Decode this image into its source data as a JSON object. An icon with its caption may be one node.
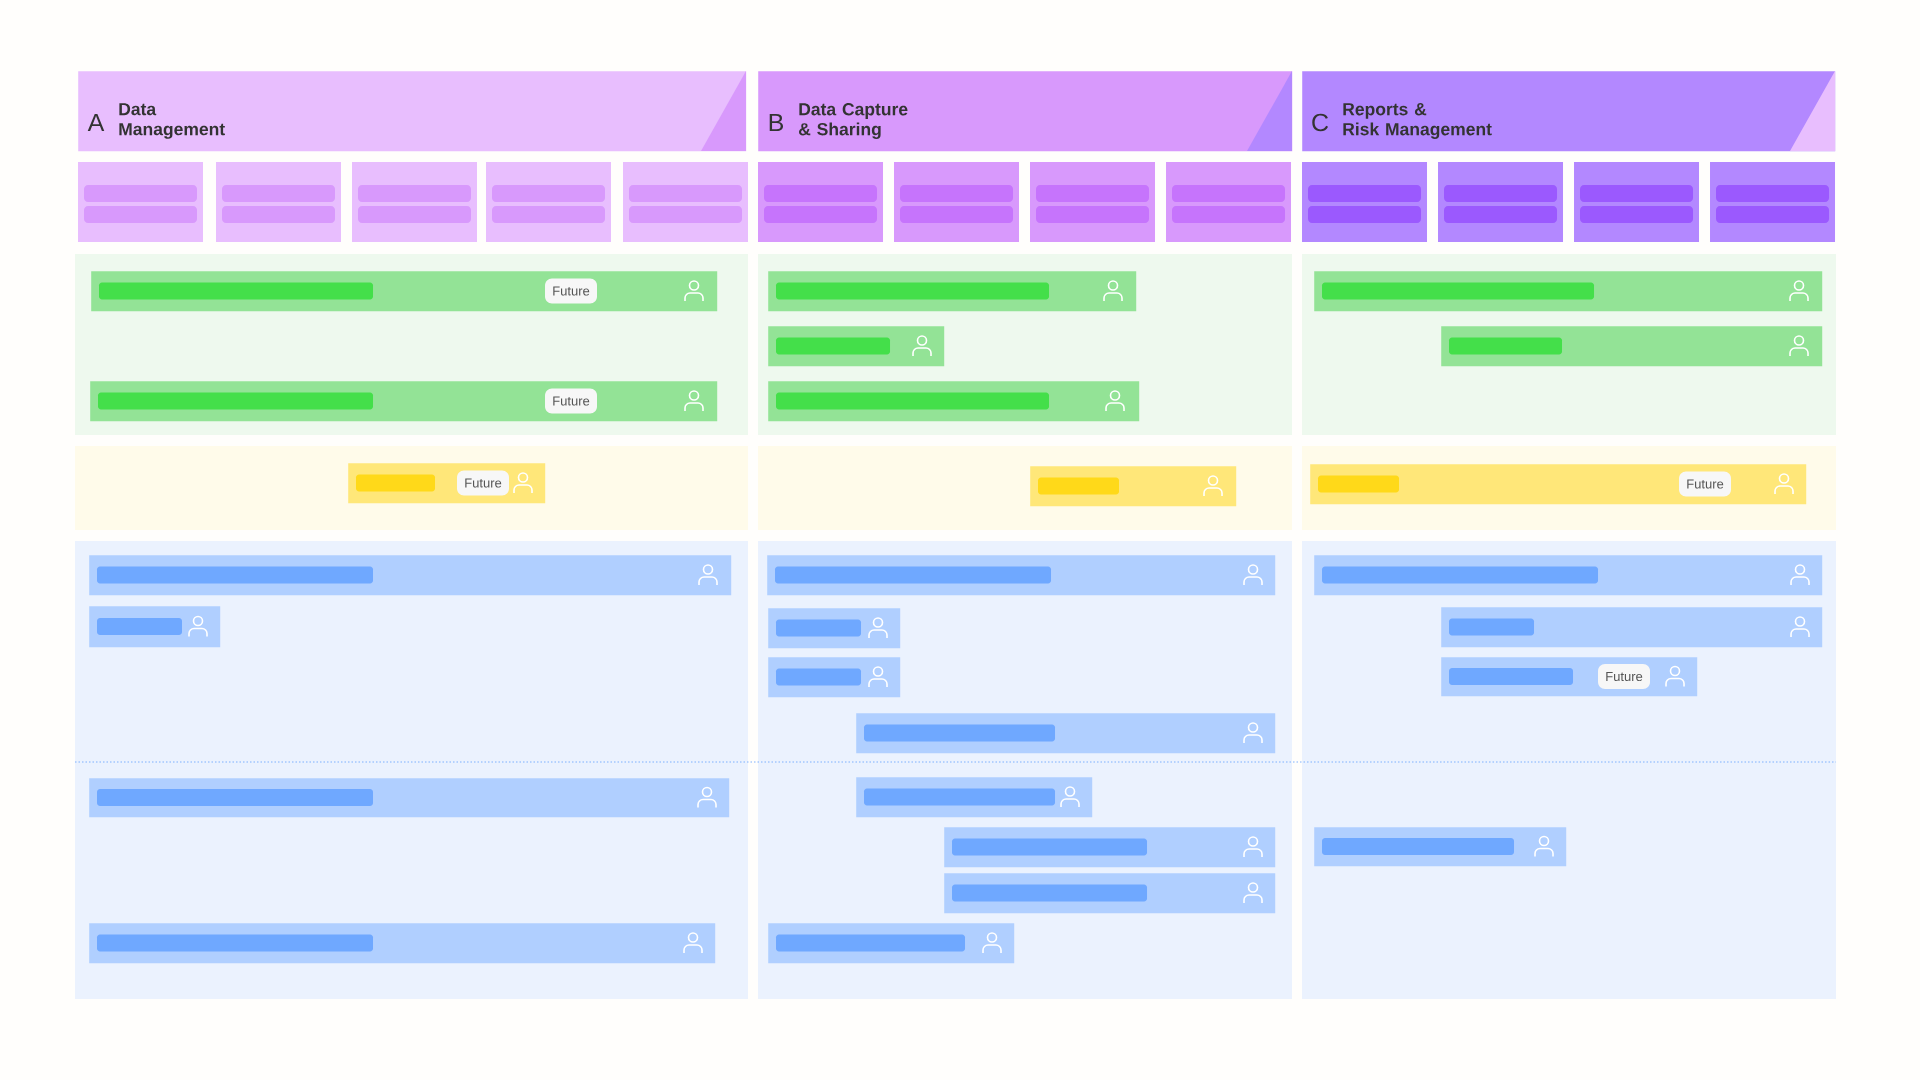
{
  "diagram": {
    "nodes": [
      {
        "text": [
          "A",
          "Data Management"
        ]
      },
      {
        "text": [
          "B",
          "Data Capture & Sharing"
        ]
      },
      {
        "text": [
          "C",
          "Reports & Risk Management"
        ]
      },
      {
        "text": [
          "Future"
        ]
      },
      {
        "text": [
          "Future"
        ]
      },
      {
        "text": [],
        "shape": "bar"
      },
      {
        "text": [],
        "shape": "bar"
      },
      {
        "text": [],
        "shape": "bar"
      },
      {
        "text": [],
        "shape": "bar"
      },
      {
        "text": [],
        "shape": "bar"
      },
      {
        "text": [
          "Future"
        ]
      },
      {
        "text": [],
        "shape": "bar"
      },
      {
        "text": [
          "Future"
        ]
      },
      {
        "text": [],
        "shape": "bar"
      },
      {
        "text": [],
        "shape": "bar"
      },
      {
        "text": [],
        "shape": "bar"
      },
      {
        "text": [],
        "shape": "bar"
      },
      {
        "text": [],
        "shape": "bar"
      },
      {
        "text": [],
        "shape": "bar"
      },
      {
        "text": [],
        "shape": "bar"
      },
      {
        "text": [],
        "shape": "bar"
      },
      {
        "text": [],
        "shape": "bar"
      },
      {
        "text": [],
        "shape": "bar"
      },
      {
        "text": [],
        "shape": "bar"
      },
      {
        "text": [],
        "shape": "bar"
      },
      {
        "text": [],
        "shape": "bar"
      },
      {
        "text": [],
        "shape": "bar"
      },
      {
        "text": [
          "Future"
        ]
      },
      {
        "text": [],
        "shape": "bar"
      }
    ]
  }
}
